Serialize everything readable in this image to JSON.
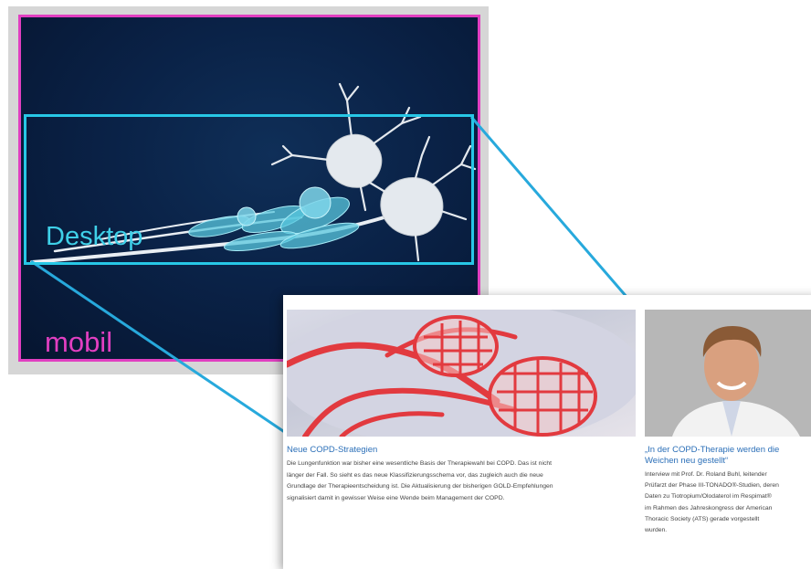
{
  "labels": {
    "desktop": "Desktop",
    "mobil": "mobil"
  },
  "colors": {
    "desktop_frame": "#27c7e6",
    "mobil_frame": "#e13fc1",
    "link_blue": "#2b6fb8",
    "illustration_bg": "#071735"
  },
  "teasers": [
    {
      "title": "Neue COPD-Strategien",
      "lines": [
        "Die Lungenfunktion war bisher eine wesentliche Basis der Therapiewahl bei COPD. Das ist nicht",
        "länger der Fall. So sieht es das neue Klassifizierungsschema vor, das zugleich auch die neue",
        "Grundlage der Therapieentscheidung ist. Die Aktualisierung der bisherigen GOLD-Empfehlungen",
        "signalisiert damit in gewisser Weise eine Wende beim Management der COPD."
      ]
    },
    {
      "title_lines": [
        "„In der COPD-Therapie werden die",
        "Weichen neu gestellt“"
      ],
      "lines": [
        "Interview mit Prof. Dr. Roland Buhl, leitender",
        "Prüfarzt der Phase III-TONADO®-Studien, deren",
        "Daten zu Tiotropium/Olodaterol im Respimat®",
        "im Rahmen des Jahreskongress der American",
        "Thoracic Society (ATS) gerade vorgestellt",
        "wurden."
      ]
    }
  ]
}
